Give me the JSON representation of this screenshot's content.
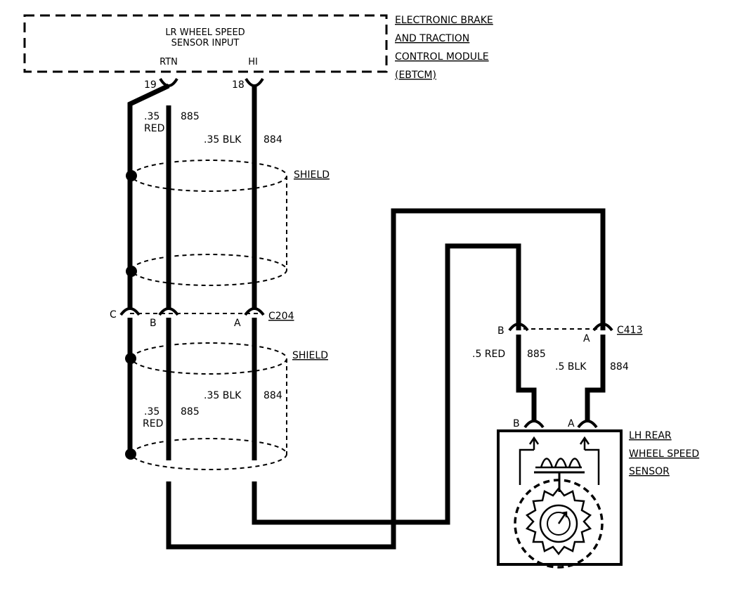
{
  "module": {
    "input_line1": "LR WHEEL SPEED",
    "input_line2": "SENSOR INPUT",
    "rtn": "RTN",
    "hi": "HI",
    "name_line1": "ELECTRONIC BRAKE",
    "name_line2": "AND TRACTION",
    "name_line3": "CONTROL MODULE",
    "name_line4": "(EBTCM)",
    "pin_rtn": "19",
    "pin_hi": "18"
  },
  "upper_harness": {
    "red_gauge": ".35",
    "red_color": "RED",
    "red_circuit": "885",
    "blk": ".35 BLK",
    "blk_circuit": "884",
    "shield": "SHIELD"
  },
  "c204": {
    "name": "C204",
    "pin_c": "C",
    "pin_b": "B",
    "pin_a": "A"
  },
  "lower_harness": {
    "shield": "SHIELD",
    "blk": ".35 BLK",
    "blk_circuit": "884",
    "red_gauge": ".35",
    "red_color": "RED",
    "red_circuit": "885"
  },
  "c413": {
    "name": "C413",
    "pin_b": "B",
    "pin_a": "A",
    "red": ".5 RED",
    "red_circuit": "885",
    "blk": ".5 BLK",
    "blk_circuit": "884"
  },
  "sensor": {
    "pin_b": "B",
    "pin_a": "A",
    "name_line1": "LH REAR",
    "name_line2": "WHEEL SPEED",
    "name_line3": "SENSOR"
  }
}
